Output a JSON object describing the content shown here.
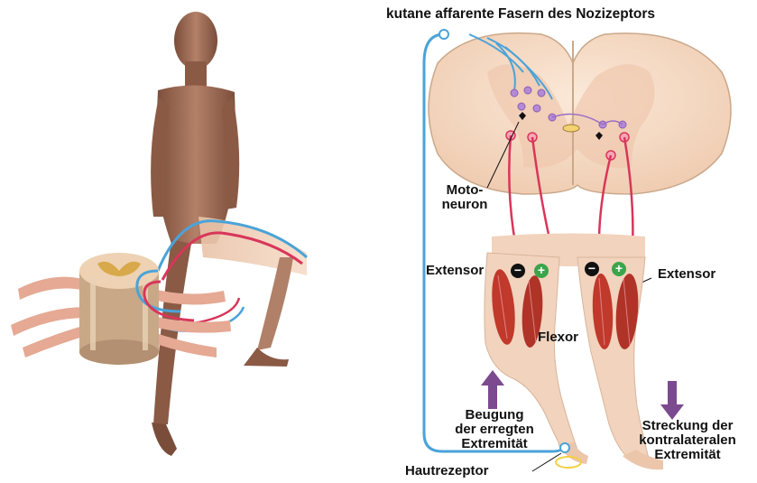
{
  "title": "kutane affarente Fasern des Nozizeptors",
  "labels": {
    "motoneuron_line1": "Moto-",
    "motoneuron_line2": "neuron",
    "extensor_left": "Extensor",
    "extensor_right": "Extensor",
    "flexor": "Flexor",
    "flexion_line1": "Beugung",
    "flexion_line2": "der erregten",
    "flexion_line3": "Extremität",
    "extension_line1": "Streckung der",
    "extension_line2": "kontralateralen",
    "extension_line3": "Extremität",
    "receptor": "Hautrezeptor"
  },
  "signs": {
    "minus": "−",
    "plus": "+"
  },
  "colors": {
    "afferent": "#4aa3d8",
    "motor": "#d8365a",
    "spinal_cord": "#f3dcc4",
    "grey_matter": "#e6b89a",
    "skin": "#f2d3bd",
    "muscle": "#c0392b",
    "arrow": "#7b4a8f",
    "body": "#9b6a55",
    "plus_sign": "#3aa54a",
    "minus_sign": "#111111"
  }
}
